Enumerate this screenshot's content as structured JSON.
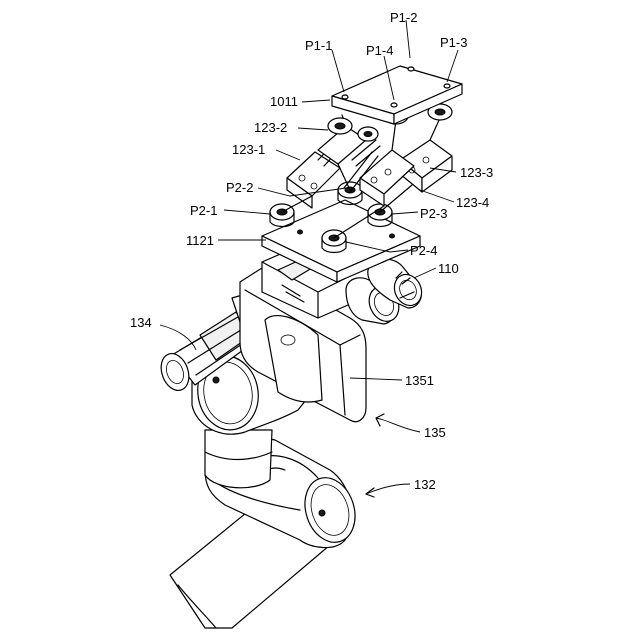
{
  "labels": {
    "p1_2": "P1-2",
    "p1_1": "P1-1",
    "p1_4": "P1-4",
    "p1_3": "P1-3",
    "l1011": "1011",
    "l123_2": "123-2",
    "l123_1": "123-1",
    "l123_3": "123-3",
    "l123_4": "123-4",
    "p2_2": "P2-2",
    "p2_1": "P2-1",
    "p2_3": "P2-3",
    "l1121": "1121",
    "p2_4": "P2-4",
    "l110": "110",
    "l134": "134",
    "l1351": "1351",
    "l135": "135",
    "l132": "132"
  },
  "colors": {
    "line": "#000000",
    "background": "#ffffff",
    "shade": "#f1f1f1",
    "dark": "#1a1a1a"
  }
}
